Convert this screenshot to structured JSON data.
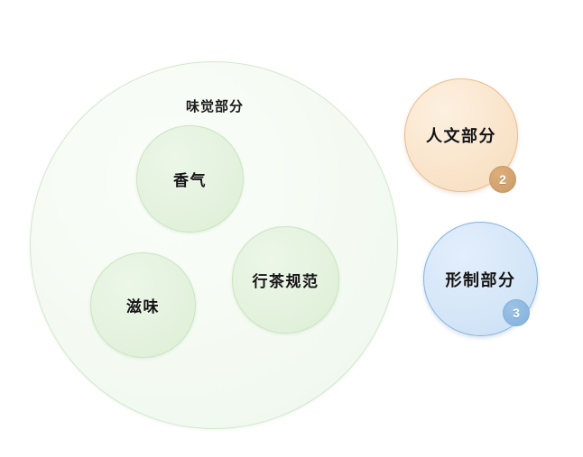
{
  "diagram": {
    "type": "nested-circle-venn",
    "background_color": "#ffffff",
    "groups": [
      {
        "id": "taste",
        "label": "味觉部分",
        "fill_color": "#f4faf2",
        "border_color": "#d3e8cd",
        "children": [
          {
            "id": "aroma",
            "label": "香气",
            "fill_color": "#e4f2de",
            "border_color": "#cbe5c2"
          },
          {
            "id": "flavor",
            "label": "滋味",
            "fill_color": "#e4f2de",
            "border_color": "#cbe5c2"
          },
          {
            "id": "tea-procedure",
            "label": "行茶规范",
            "fill_color": "#e4f2de",
            "border_color": "#cbe5c2"
          }
        ]
      },
      {
        "id": "humanities",
        "label": "人文部分",
        "badge": "2",
        "fill_color": "#fae6cd",
        "border_color": "#e9bd8e",
        "badge_color": "#d3a370"
      },
      {
        "id": "form",
        "label": "形制部分",
        "badge": "3",
        "fill_color": "#d6e7f8",
        "border_color": "#86b3de",
        "badge_color": "#8eb8e0"
      }
    ]
  }
}
